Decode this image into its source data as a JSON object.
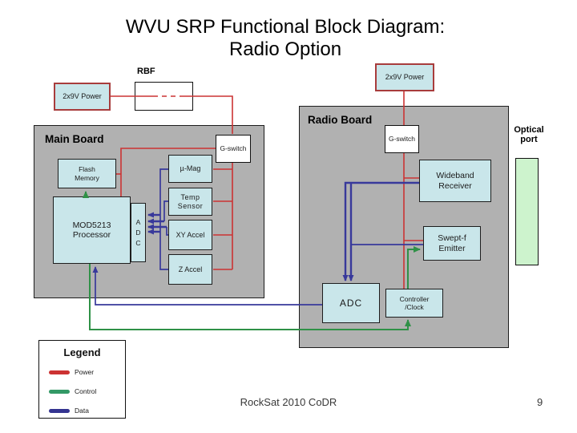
{
  "title": {
    "line1": "WVU SRP Functional Block Diagram:",
    "line2": "Radio Option"
  },
  "colors": {
    "board_gray": "#b1b1b1",
    "component_fill": "#c9e6ea",
    "optical_fill": "#cdf3cd",
    "power": "#cc3333",
    "power_box_border": "#a83c3c",
    "control": "#2f9147",
    "data": "#38399b"
  },
  "top": {
    "rbf_label": "RBF",
    "power_left": "2x9V Power",
    "power_radio": "2x9V Power"
  },
  "main_board": {
    "label": "Main Board",
    "g_switch": "G-switch",
    "flash_memory": {
      "line1": "Flash",
      "line2": "Memory"
    },
    "processor": {
      "line1": "MOD5213",
      "line2": "Processor"
    },
    "adc_column": [
      "A",
      "D",
      "C"
    ],
    "sensors": {
      "mu_mag": "µ-Mag",
      "temp": {
        "line1": "Temp",
        "line2": "Sensor"
      },
      "xy_accel": "XY Accel",
      "z_accel": "Z Accel"
    }
  },
  "radio_board": {
    "label": "Radio Board",
    "g_switch": "G-switch",
    "wideband": {
      "line1": "Wideband",
      "line2": "Receiver"
    },
    "swept_f": {
      "line1": "Swept-f",
      "line2": "Emitter"
    },
    "adc": "ADC",
    "controller": {
      "line1": "Controller",
      "line2": "/Clock"
    }
  },
  "optical_port": {
    "line1": "Optical",
    "line2": "port"
  },
  "legend": {
    "title": "Legend",
    "items": [
      {
        "label": "Power",
        "color": "#cc3333"
      },
      {
        "label": "Control",
        "color": "#339966"
      },
      {
        "label": "Data",
        "color": "#333390"
      }
    ]
  },
  "footer": {
    "text": "RockSat 2010 CoDR",
    "page": "9"
  }
}
